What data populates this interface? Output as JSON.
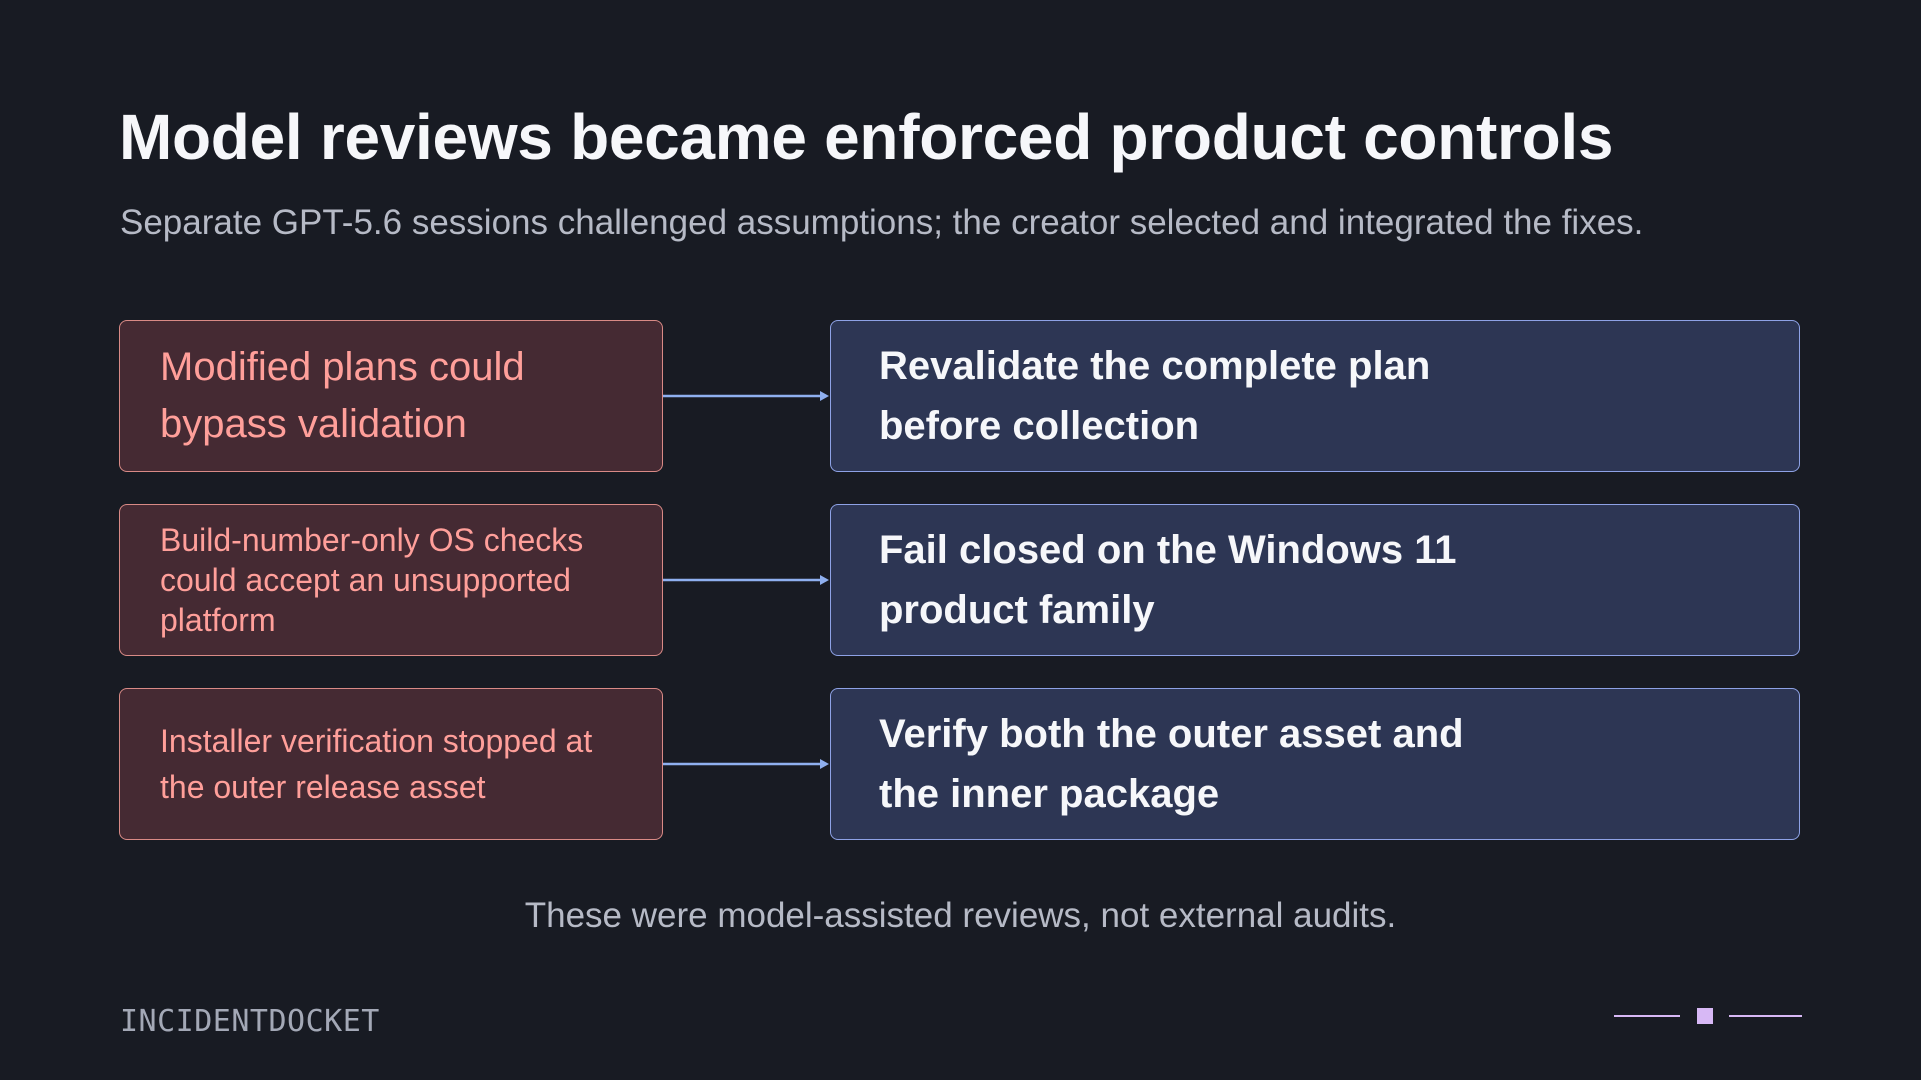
{
  "slide": {
    "title": "Model reviews became enforced product controls",
    "subtitle": "Separate GPT-5.6 sessions challenged assumptions; the creator selected and integrated the fixes.",
    "rows": [
      {
        "problem": "Modified plans could bypass validation",
        "solution": "Revalidate the complete plan before collection"
      },
      {
        "problem": "Build-number-only OS checks could accept an unsupported platform",
        "solution": "Fail closed on the Windows 11 product family"
      },
      {
        "problem": "Installer verification stopped at the outer release asset",
        "solution": "Verify both the outer asset and the inner package"
      }
    ],
    "note": "These were model-assisted reviews, not external audits.",
    "brand": "INCIDENTDOCKET"
  },
  "colors": {
    "background": "#181b23",
    "problem_fill": "#452a33",
    "problem_border": "#d98a86",
    "problem_text": "#ff9f9a",
    "solution_fill": "#2d3654",
    "solution_border": "#8ea2e6",
    "solution_text": "#f6f7fa",
    "connector": "#8fb0f0",
    "accent": "#d7b8f5"
  }
}
